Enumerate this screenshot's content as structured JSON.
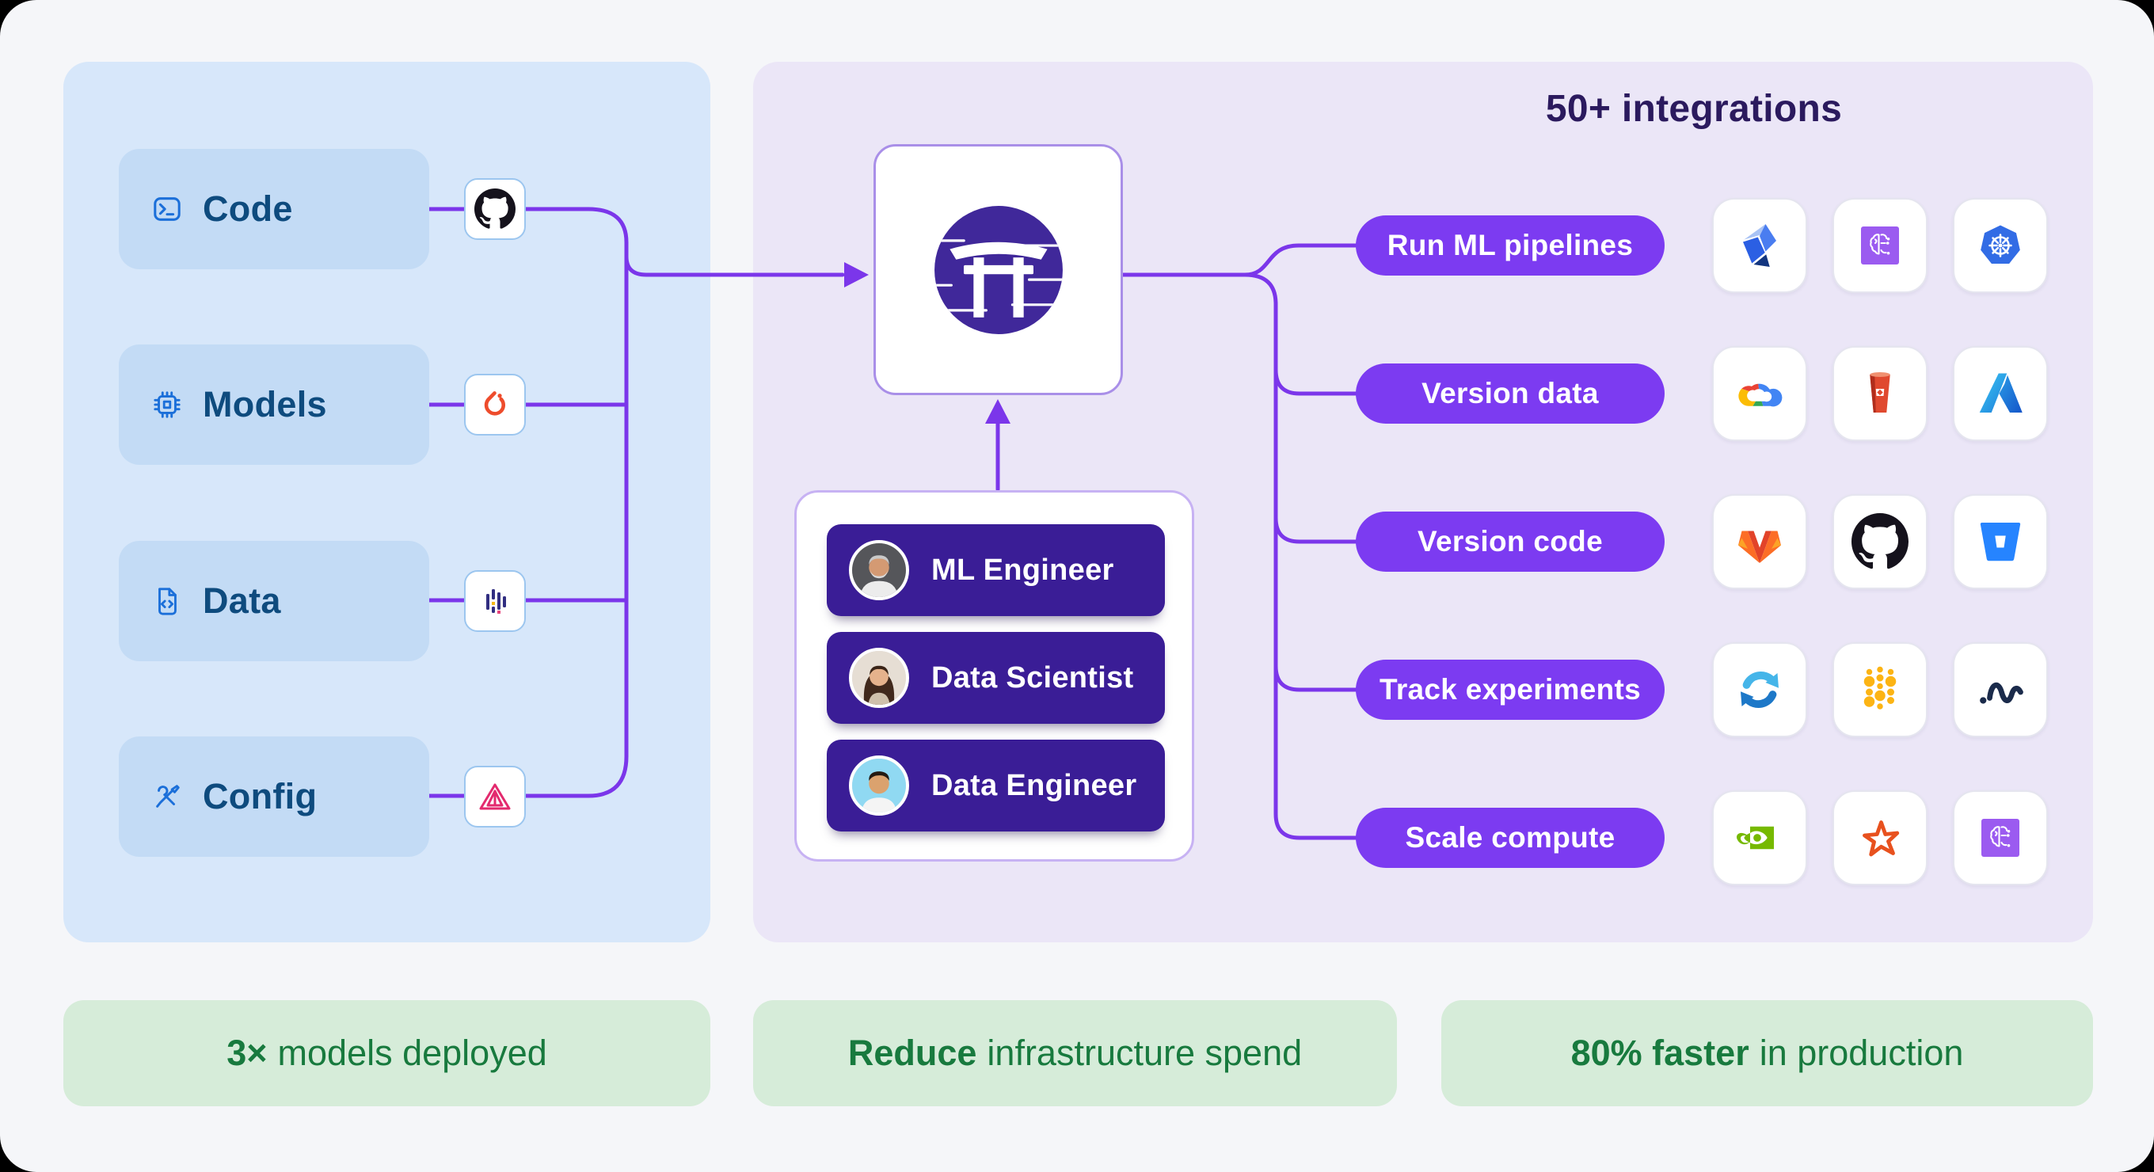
{
  "sources": {
    "items": [
      {
        "label": "Code",
        "lead_icon": "terminal-icon",
        "tool_icon": "github-icon"
      },
      {
        "label": "Models",
        "lead_icon": "chip-icon",
        "tool_icon": "pytorch-icon"
      },
      {
        "label": "Data",
        "lead_icon": "file-code-icon",
        "tool_icon": "data-bars-icon"
      },
      {
        "label": "Config",
        "lead_icon": "tools-icon",
        "tool_icon": "prism-icon"
      }
    ]
  },
  "hub": {
    "logo": "zenml-torii-logo"
  },
  "team": {
    "roles": [
      {
        "label": "ML Engineer"
      },
      {
        "label": "Data Scientist"
      },
      {
        "label": "Data Engineer"
      }
    ]
  },
  "integrations": {
    "title": "50+ integrations",
    "capabilities": [
      {
        "label": "Run ML pipelines",
        "icons": [
          "kubeflow-icon",
          "ml-brain-icon",
          "kubernetes-icon"
        ]
      },
      {
        "label": "Version data",
        "icons": [
          "google-cloud-icon",
          "amazon-s3-icon",
          "azure-icon"
        ]
      },
      {
        "label": "Version code",
        "icons": [
          "gitlab-icon",
          "github-icon",
          "bitbucket-icon"
        ]
      },
      {
        "label": "Track experiments",
        "icons": [
          "sync-arrows-icon",
          "wandb-dots-icon",
          "neptune-wave-icon"
        ]
      },
      {
        "label": "Scale compute",
        "icons": [
          "nvidia-icon",
          "spark-star-icon",
          "ml-brain-icon"
        ]
      }
    ]
  },
  "stats": [
    {
      "highlight": "3×",
      "rest": "models deployed"
    },
    {
      "highlight": "Reduce",
      "rest": "infrastructure spend"
    },
    {
      "highlight": "80% faster",
      "rest": "in production"
    }
  ],
  "colors": {
    "accent_purple": "#7c3bf1",
    "line_purple": "#7b36ea",
    "role_purple": "#3a1d96",
    "logo_purple": "#40289a",
    "source_card_blue": "#c3dbf5",
    "panel_blue": "#d7e7fa",
    "panel_lavender": "#ebe6f7",
    "stat_green_bg": "#d6ecd9",
    "stat_green_text": "#187a3e",
    "label_navy": "#0e4b7e",
    "title_indigo": "#2b1a5e"
  }
}
